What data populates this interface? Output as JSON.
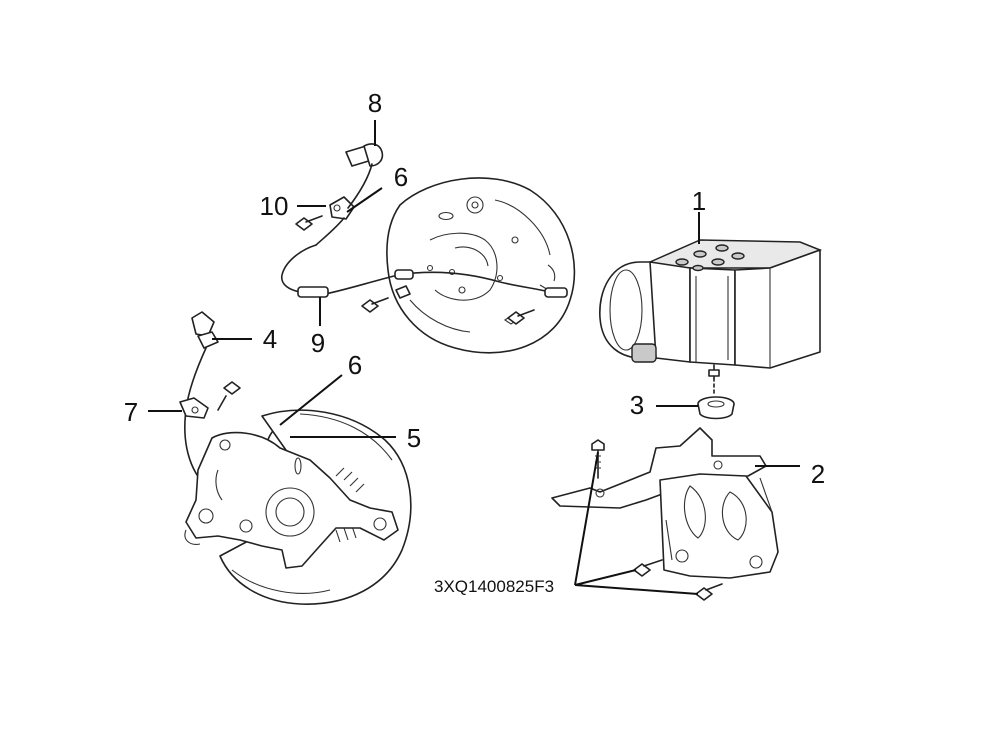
{
  "callouts": {
    "c1": "1",
    "c2": "2",
    "c3": "3",
    "c4": "4",
    "c5": "5",
    "c6a": "6",
    "c6b": "6",
    "c7": "7",
    "c8": "8",
    "c9": "9",
    "c10": "10"
  },
  "figure_code": "3XQ1400825F3"
}
